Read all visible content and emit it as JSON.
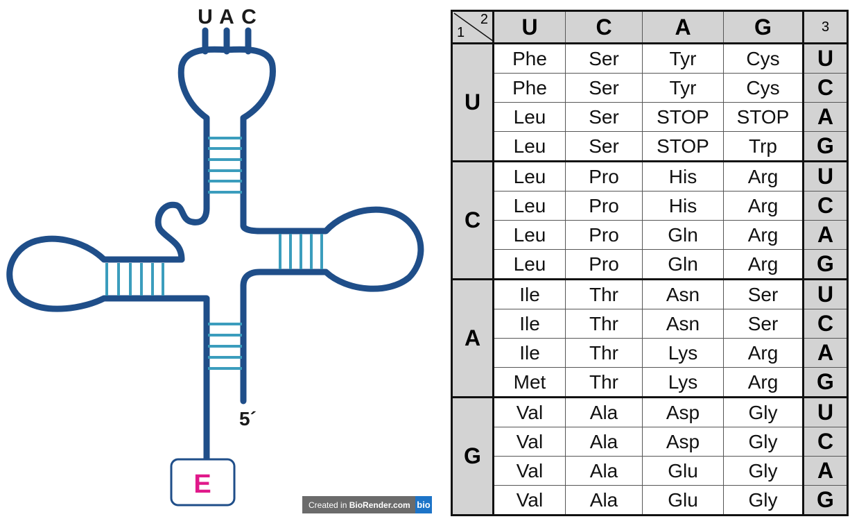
{
  "trna": {
    "anticodon": [
      "U",
      "A",
      "C"
    ],
    "five_prime_label": "5´",
    "amino_acid_box_label": "E",
    "colors": {
      "backbone": "#1f4e89",
      "base_pairs": "#3b9dbd",
      "amino_acid": "#e0198a"
    }
  },
  "credit": {
    "prefix": "Created in ",
    "brand": "BioRender.com",
    "logo": "bio"
  },
  "codon_table": {
    "corner_first": "1",
    "corner_second": "2",
    "third_header": "3",
    "second_bases": [
      "U",
      "C",
      "A",
      "G"
    ],
    "third_bases": [
      "U",
      "C",
      "A",
      "G"
    ],
    "groups": [
      {
        "first": "U",
        "rows": [
          [
            "Phe",
            "Ser",
            "Tyr",
            "Cys"
          ],
          [
            "Phe",
            "Ser",
            "Tyr",
            "Cys"
          ],
          [
            "Leu",
            "Ser",
            "STOP",
            "STOP"
          ],
          [
            "Leu",
            "Ser",
            "STOP",
            "Trp"
          ]
        ]
      },
      {
        "first": "C",
        "rows": [
          [
            "Leu",
            "Pro",
            "His",
            "Arg"
          ],
          [
            "Leu",
            "Pro",
            "His",
            "Arg"
          ],
          [
            "Leu",
            "Pro",
            "Gln",
            "Arg"
          ],
          [
            "Leu",
            "Pro",
            "Gln",
            "Arg"
          ]
        ]
      },
      {
        "first": "A",
        "rows": [
          [
            "Ile",
            "Thr",
            "Asn",
            "Ser"
          ],
          [
            "Ile",
            "Thr",
            "Asn",
            "Ser"
          ],
          [
            "Ile",
            "Thr",
            "Lys",
            "Arg"
          ],
          [
            "Met",
            "Thr",
            "Lys",
            "Arg"
          ]
        ]
      },
      {
        "first": "G",
        "rows": [
          [
            "Val",
            "Ala",
            "Asp",
            "Gly"
          ],
          [
            "Val",
            "Ala",
            "Asp",
            "Gly"
          ],
          [
            "Val",
            "Ala",
            "Glu",
            "Gly"
          ],
          [
            "Val",
            "Ala",
            "Glu",
            "Gly"
          ]
        ]
      }
    ]
  }
}
